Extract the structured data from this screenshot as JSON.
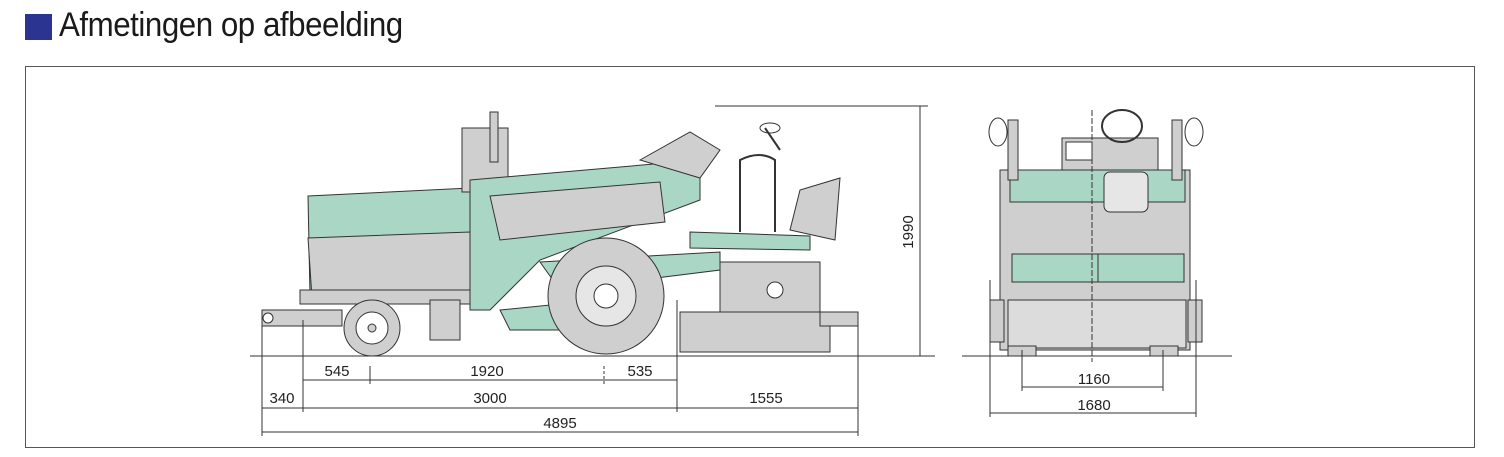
{
  "title": "Afmetingen op afbeelding",
  "colors": {
    "accent": "#2b3591",
    "body_green": "#a9d6c5",
    "body_grey": "#cfcfcf"
  },
  "side_view": {
    "dimensions": {
      "front_overhang": "545",
      "wheelbase": "1920",
      "rear_overhang": "535",
      "tow_hitch": "340",
      "chassis_length": "3000",
      "screed_length": "1555",
      "total_length": "4895",
      "height": "1990"
    }
  },
  "front_view": {
    "dimensions": {
      "track_width": "1160",
      "total_width": "1680"
    }
  }
}
